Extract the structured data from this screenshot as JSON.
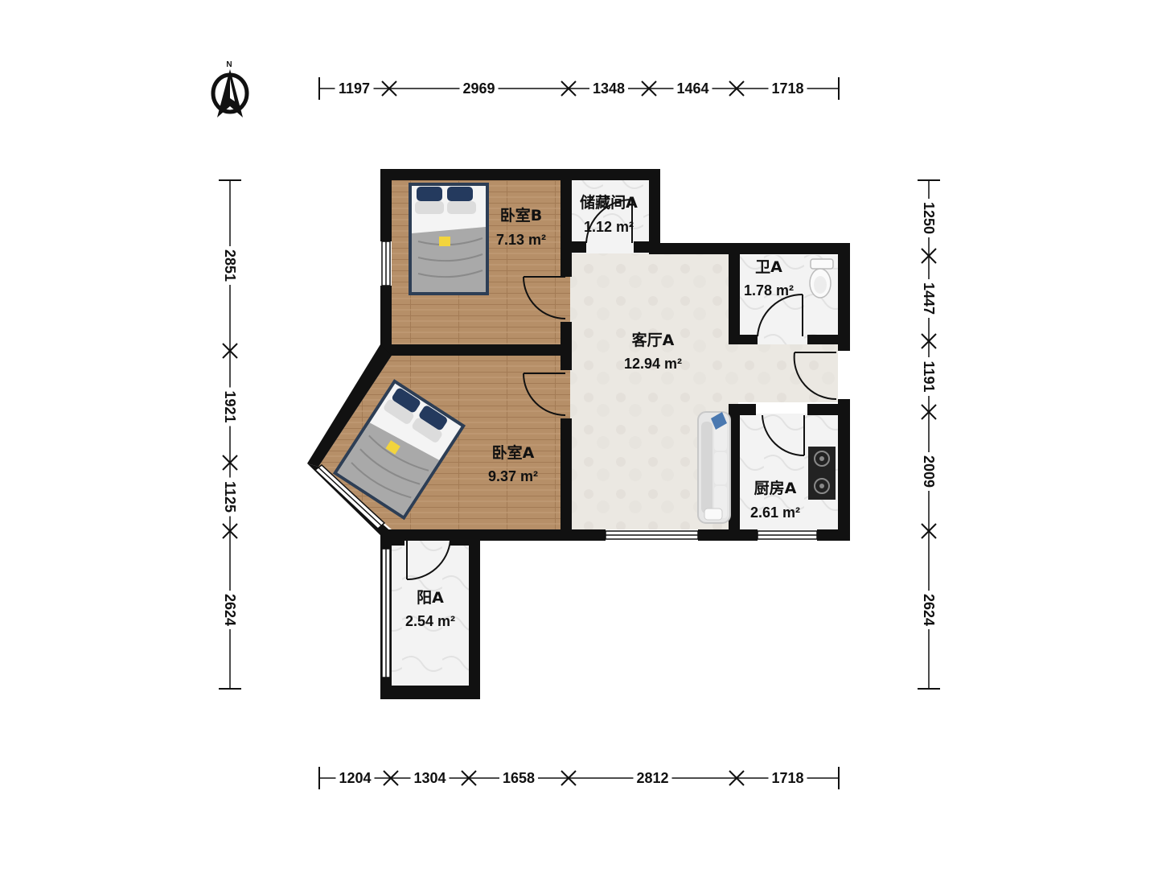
{
  "compass": {
    "label": "N",
    "icon": "north-arrow-icon"
  },
  "dimensions": {
    "top": [
      "1197",
      "2969",
      "1348",
      "1464",
      "1718"
    ],
    "bottom": [
      "1204",
      "1304",
      "1658",
      "2812",
      "1718"
    ],
    "left": [
      "2851",
      "1921",
      "1125",
      "2624"
    ],
    "right": [
      "1250",
      "1447",
      "1191",
      "2009",
      "2624"
    ]
  },
  "rooms": {
    "bedroom_b": {
      "name": "卧室B",
      "area": "7.13 m²"
    },
    "storage_a": {
      "name": "储藏间A",
      "area": "1.12 m²"
    },
    "bath_a": {
      "name": "卫A",
      "area": "1.78 m²"
    },
    "living_a": {
      "name": "客厅A",
      "area": "12.94 m²"
    },
    "bedroom_a": {
      "name": "卧室A",
      "area": "9.37 m²"
    },
    "kitchen_a": {
      "name": "厨房A",
      "area": "2.61 m²"
    },
    "balcony_a": {
      "name": "阳A",
      "area": "2.54 m²"
    }
  },
  "colors": {
    "wall": "#111111",
    "wood_floor": "#b68f68",
    "tile_floor": "#ebe8e2",
    "white_tile": "#f3f3f3",
    "bedding": "#a9a9a9",
    "pillow": "#243a5e"
  }
}
